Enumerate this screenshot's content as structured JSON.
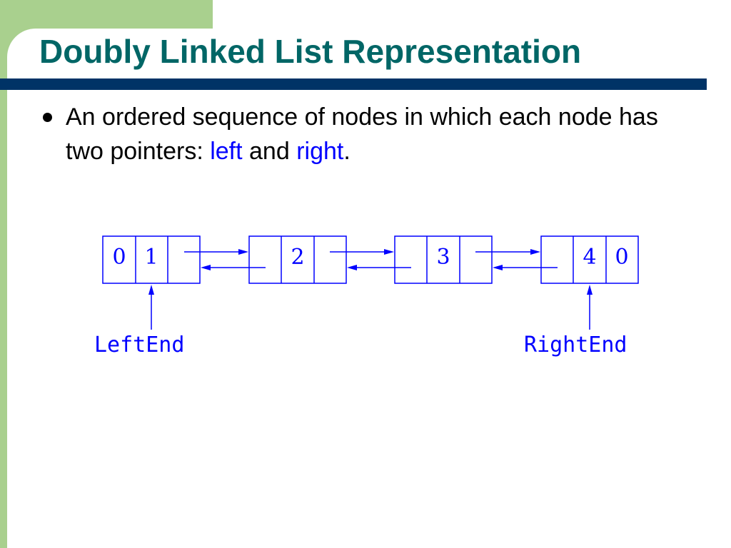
{
  "slide": {
    "title": "Doubly Linked List Representation",
    "bullet": {
      "text_before": "An ordered sequence of nodes in which each node has two pointers: ",
      "left_word": "left",
      "middle": " and ",
      "right_word": "right",
      "end": "."
    }
  },
  "diagram": {
    "nodes": [
      {
        "left": "0",
        "value": "1",
        "right": ""
      },
      {
        "left": "",
        "value": "2",
        "right": ""
      },
      {
        "left": "",
        "value": "3",
        "right": ""
      },
      {
        "left": "",
        "value": "4",
        "right": "0"
      }
    ],
    "left_end_label": "LeftEnd",
    "right_end_label": "RightEnd"
  },
  "colors": {
    "accent_green": "#a9d08e",
    "title_teal": "#006666",
    "rule_navy": "#003366",
    "diagram_blue": "#0000ff"
  }
}
